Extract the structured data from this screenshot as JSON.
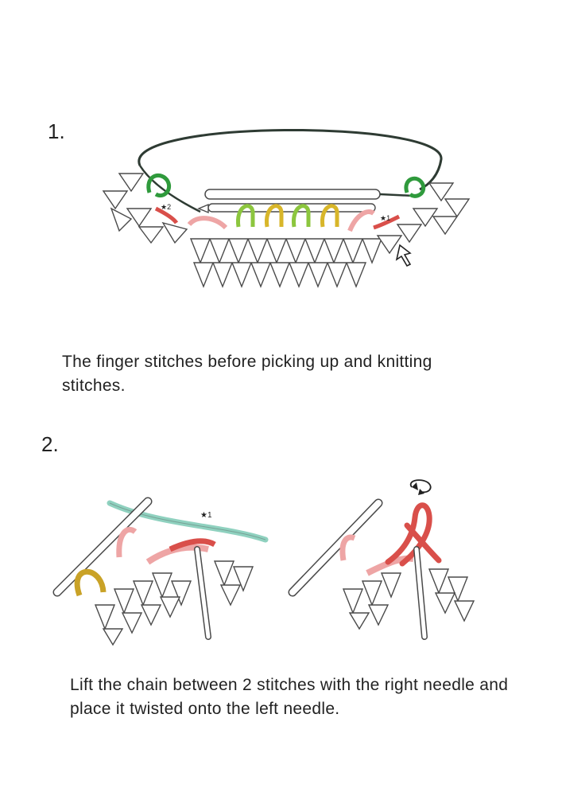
{
  "steps": [
    {
      "number": "1.",
      "caption": "The finger stitches before picking up and knitting stitches.",
      "marks": {
        "star2": "★2",
        "star1": "★1"
      }
    },
    {
      "number": "2.",
      "caption": "Lift the chain between 2 stitches with the right needle and place it twisted onto the left needle.",
      "marks": {
        "star1": "★1"
      }
    }
  ],
  "colors": {
    "cable": "#2e3b33",
    "green_marker": "#2f9a3c",
    "light_green": "#8cc63e",
    "yellow": "#d8b62a",
    "ochre": "#c9a227",
    "red": "#d94f4a",
    "pink": "#eea5a5",
    "teal": "#8fd1bf",
    "needle": "#ffffff",
    "outline": "#4a4a4a"
  },
  "icons": [
    "arrow-pointer-icon",
    "twist-arrow-icon"
  ]
}
